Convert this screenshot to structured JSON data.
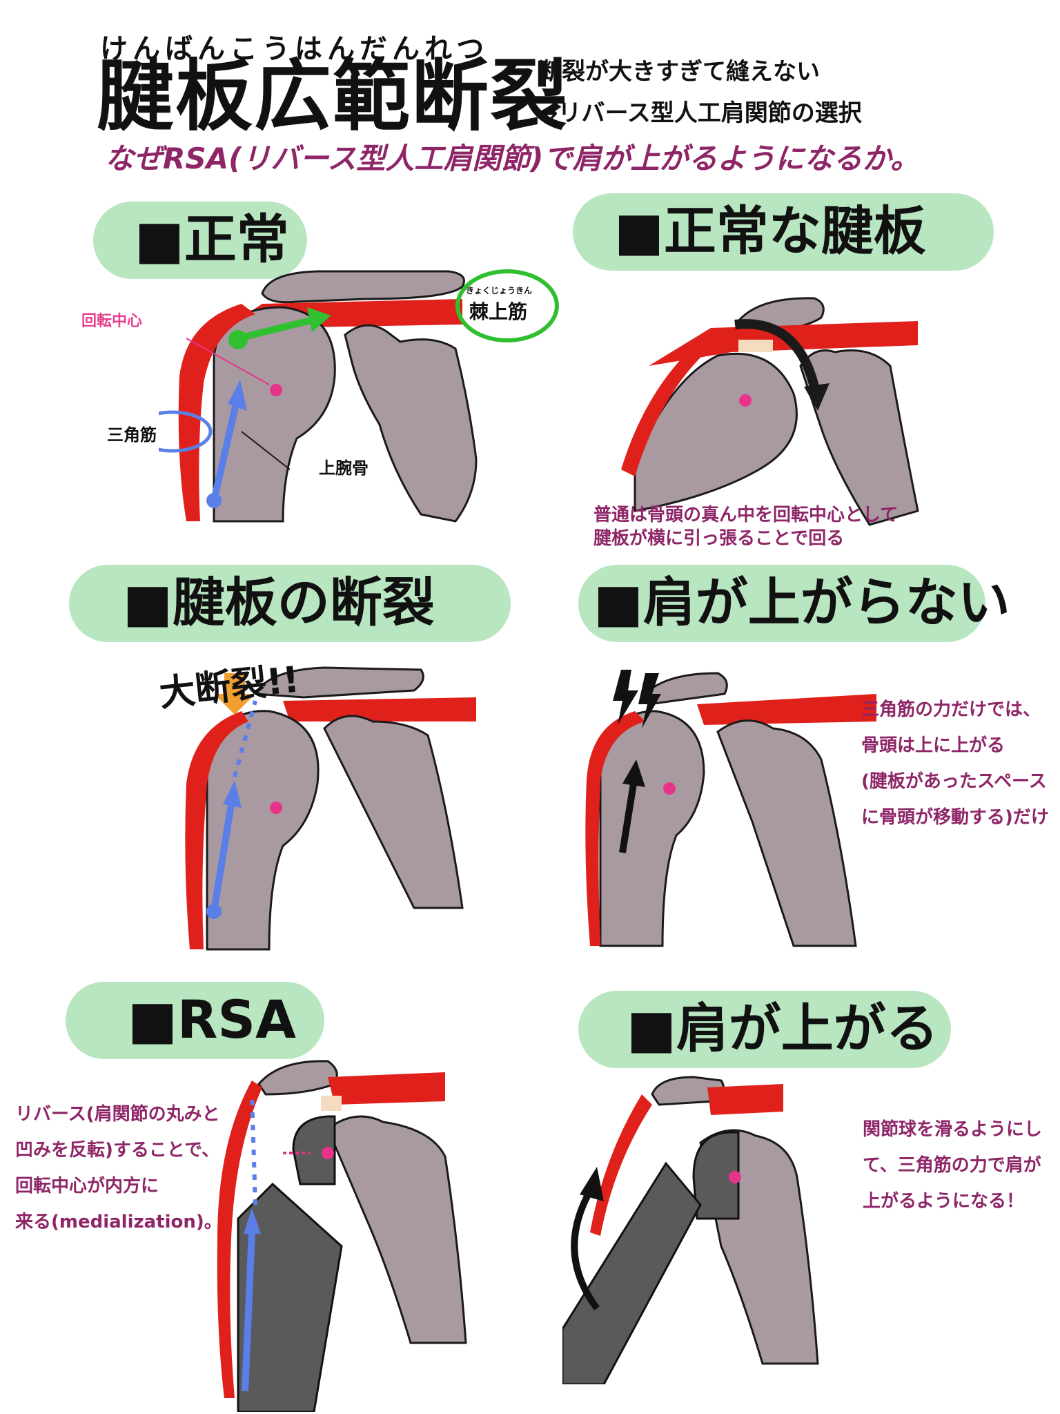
{
  "header": {
    "furigana": "けんばんこうはんだんれつ",
    "title": "腱板広範断裂",
    "note_line1": "断裂が大きすぎて縫えない",
    "note_line2": "→リバース型人工肩関節の選択",
    "subtitle": "なぜRSA(リバース型人工肩関節)で肩が上がるようになるか。"
  },
  "panels": {
    "normal": {
      "heading": "正常",
      "rotation_center_label": "回転中心",
      "supraspinatus_reading": "きょくじょうきん",
      "supraspinatus_label": "棘上筋",
      "deltoid_label": "三角筋",
      "humerus_label": "上腕骨"
    },
    "normal_cuff": {
      "heading": "正常な腱板",
      "desc_line1": "普通は骨頭の真ん中を回転中心として",
      "desc_line2": "腱板が横に引っ張ることで回る"
    },
    "cuff_tear": {
      "heading": "腱板の断裂",
      "callout": "大断裂!!"
    },
    "cannot_raise": {
      "heading": "肩が上がらない",
      "desc_lines": [
        "三角筋の力だけでは、",
        "骨頭は上に上がる",
        "(腱板があったスペース",
        "に骨頭が移動する)だけ"
      ]
    },
    "rsa": {
      "heading": "RSA",
      "desc_lines": [
        "リバース(肩関節の丸みと",
        "凹みを反転)することで、",
        "回転中心が内方に",
        "来る(medialization)。"
      ]
    },
    "can_raise": {
      "heading": "肩が上がる",
      "desc_lines": [
        "関節球を滑るようにし",
        "て、三角筋の力で肩が",
        "上がるようになる！"
      ]
    }
  },
  "colors": {
    "pill_bg": "#b8e6c0",
    "subtitle": "#8e2567",
    "muscle_red": "#e0211b",
    "bone": "#a89aa0",
    "bone_outline": "#1a1a1a",
    "pink_dot": "#e8338a",
    "blue_arrow": "#5b7fe8",
    "green_arrow": "#2fbf2f",
    "orange_arrow": "#f0a030",
    "implant_dark": "#5a5a5a",
    "tendon": "#f5dcc0"
  }
}
